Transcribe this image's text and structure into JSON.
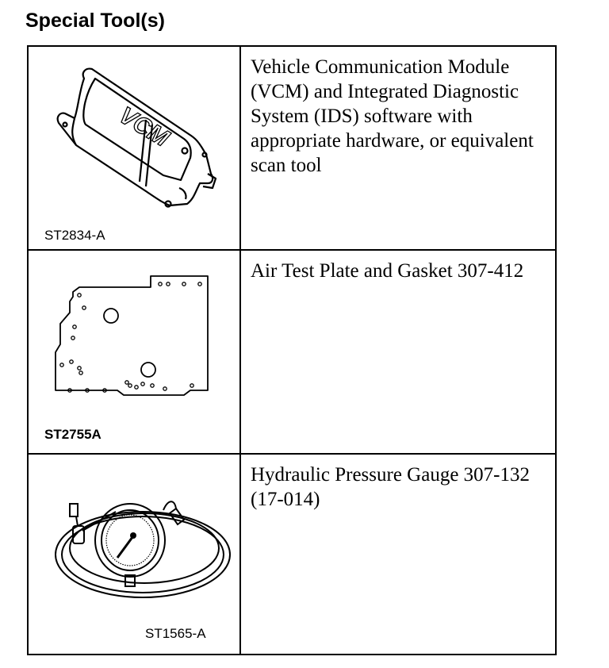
{
  "heading": "Special Tool(s)",
  "tools": [
    {
      "description": "Vehicle Communication Module (VCM) and Integrated Diagnostic System (IDS) software with appropriate hardware, or equivalent scan tool",
      "illustration_id": "ST2834-A",
      "illustration_text": "VCM"
    },
    {
      "description": "Air Test Plate and Gasket 307-412",
      "illustration_id": "ST2755A"
    },
    {
      "description": "Hydraulic Pressure Gauge 307-132 (17-014)",
      "illustration_id": "ST1565-A"
    }
  ]
}
